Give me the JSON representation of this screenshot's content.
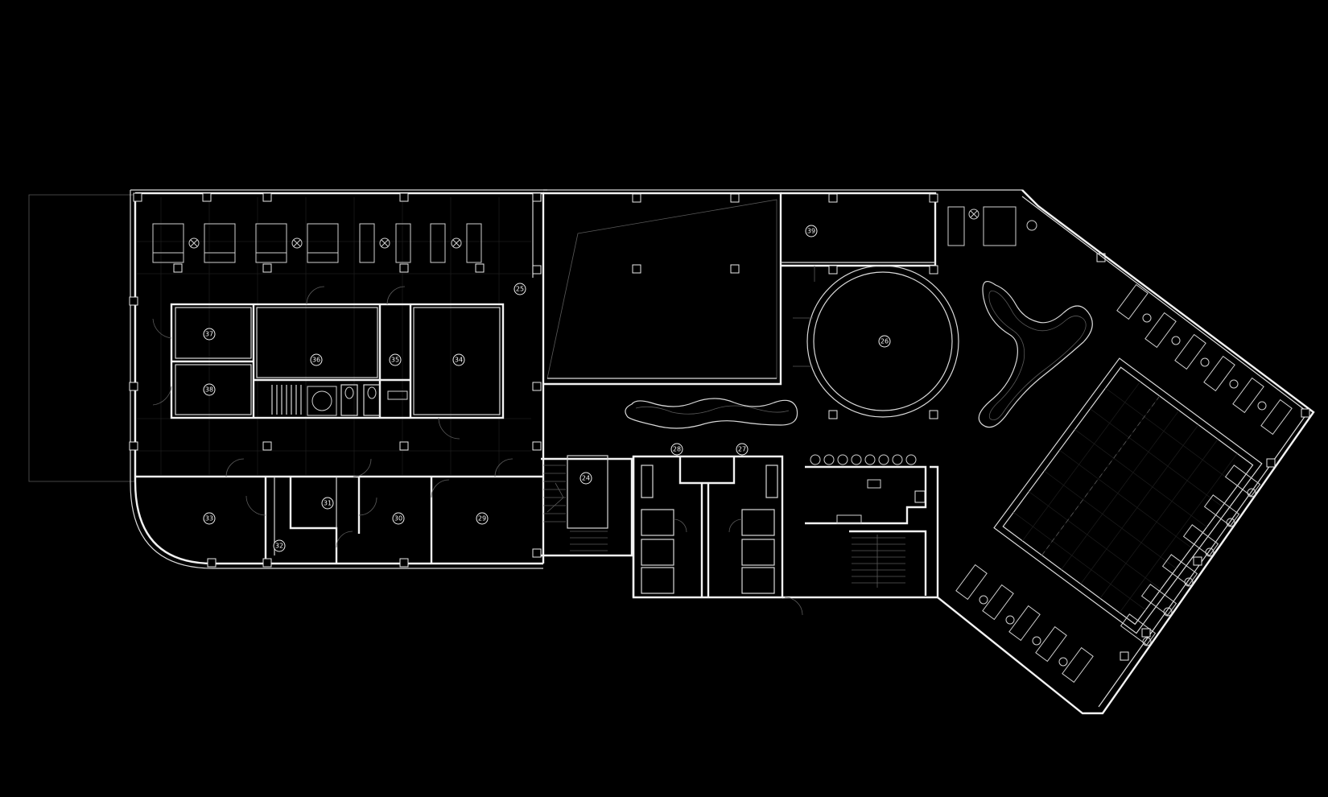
{
  "colors": {
    "background": "#000000",
    "linework": "#f2f2f2",
    "secondary_lines": "#5a5a5a"
  },
  "room_tags": {
    "r24": "24",
    "r25": "25",
    "r26": "26",
    "r27": "27",
    "r28": "28",
    "r29": "29",
    "r30": "30",
    "r31": "31",
    "r32": "32",
    "r33": "33",
    "r34": "34",
    "r35": "35",
    "r36": "36",
    "r37": "37",
    "r38": "38",
    "r39": "39"
  }
}
